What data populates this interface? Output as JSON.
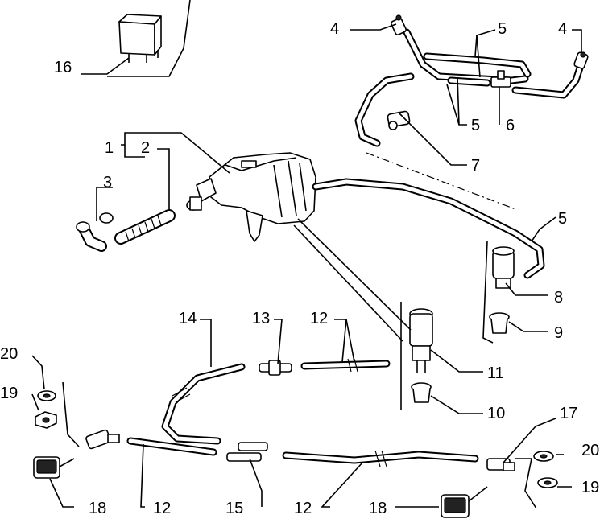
{
  "diagram": {
    "title": "Windscreen and headlamp washer system - exploded parts view",
    "callouts": [
      {
        "id": "c1",
        "number": "1"
      },
      {
        "id": "c2",
        "number": "2"
      },
      {
        "id": "c3",
        "number": "3"
      },
      {
        "id": "c4a",
        "number": "4"
      },
      {
        "id": "c4b",
        "number": "4"
      },
      {
        "id": "c5a",
        "number": "5"
      },
      {
        "id": "c5b",
        "number": "5"
      },
      {
        "id": "c5c",
        "number": "5"
      },
      {
        "id": "c6",
        "number": "6"
      },
      {
        "id": "c7",
        "number": "7"
      },
      {
        "id": "c8",
        "number": "8"
      },
      {
        "id": "c9",
        "number": "9"
      },
      {
        "id": "c10",
        "number": "10"
      },
      {
        "id": "c11",
        "number": "11"
      },
      {
        "id": "c12a",
        "number": "12"
      },
      {
        "id": "c12b",
        "number": "12"
      },
      {
        "id": "c12c",
        "number": "12"
      },
      {
        "id": "c13",
        "number": "13"
      },
      {
        "id": "c14",
        "number": "14"
      },
      {
        "id": "c15",
        "number": "15"
      },
      {
        "id": "c16",
        "number": "16"
      },
      {
        "id": "c17",
        "number": "17"
      },
      {
        "id": "c18a",
        "number": "18"
      },
      {
        "id": "c18b",
        "number": "18"
      },
      {
        "id": "c19a",
        "number": "19"
      },
      {
        "id": "c19b",
        "number": "19"
      },
      {
        "id": "c20a",
        "number": "20"
      },
      {
        "id": "c20b",
        "number": "20"
      }
    ]
  }
}
